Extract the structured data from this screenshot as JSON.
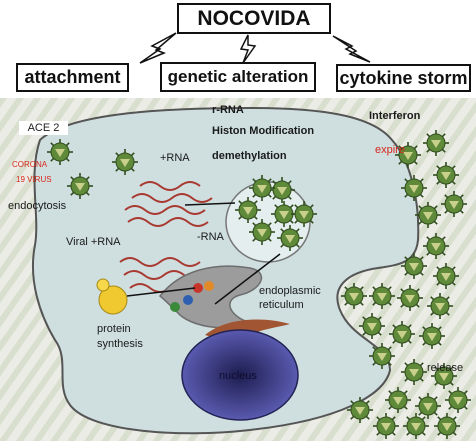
{
  "title": "NOCOVIDA",
  "effects": {
    "attachment": "attachment",
    "genetic_alteration": "genetic alteration",
    "cytokine_storm": "cytokine storm"
  },
  "cell_labels": {
    "ace2": "ACE 2",
    "corona_line1": "CORONA",
    "corona_line2": "19  VIRUS",
    "endocytosis": "endocytosis",
    "plus_rna": "+RNA",
    "viral_plus_rna": "Viral +RNA",
    "minus_rna": "-RNA",
    "r_rna": "r-RNA",
    "histon_modification": "Histon Modification",
    "demethylation": "demethylation",
    "interferon": "Interferon",
    "expire": "expire",
    "endoplasmic_line1": "endoplasmic",
    "endoplasmic_line2": "reticulum",
    "protein_line1": "protein",
    "protein_line2": "synthesis",
    "nucleus": "nucleus",
    "release": "release"
  },
  "colors": {
    "cell_fill": "#cfdfe0",
    "cell_outline": "#555555",
    "rna_strand": "#a83a32",
    "virus_body": "#5f8a3a",
    "virus_spike": "#2f4d1c",
    "nucleus": "#3c3c8a",
    "er": "#9c9c9c",
    "ribosome": "#f0c830",
    "accent_red": "#d8261a"
  }
}
